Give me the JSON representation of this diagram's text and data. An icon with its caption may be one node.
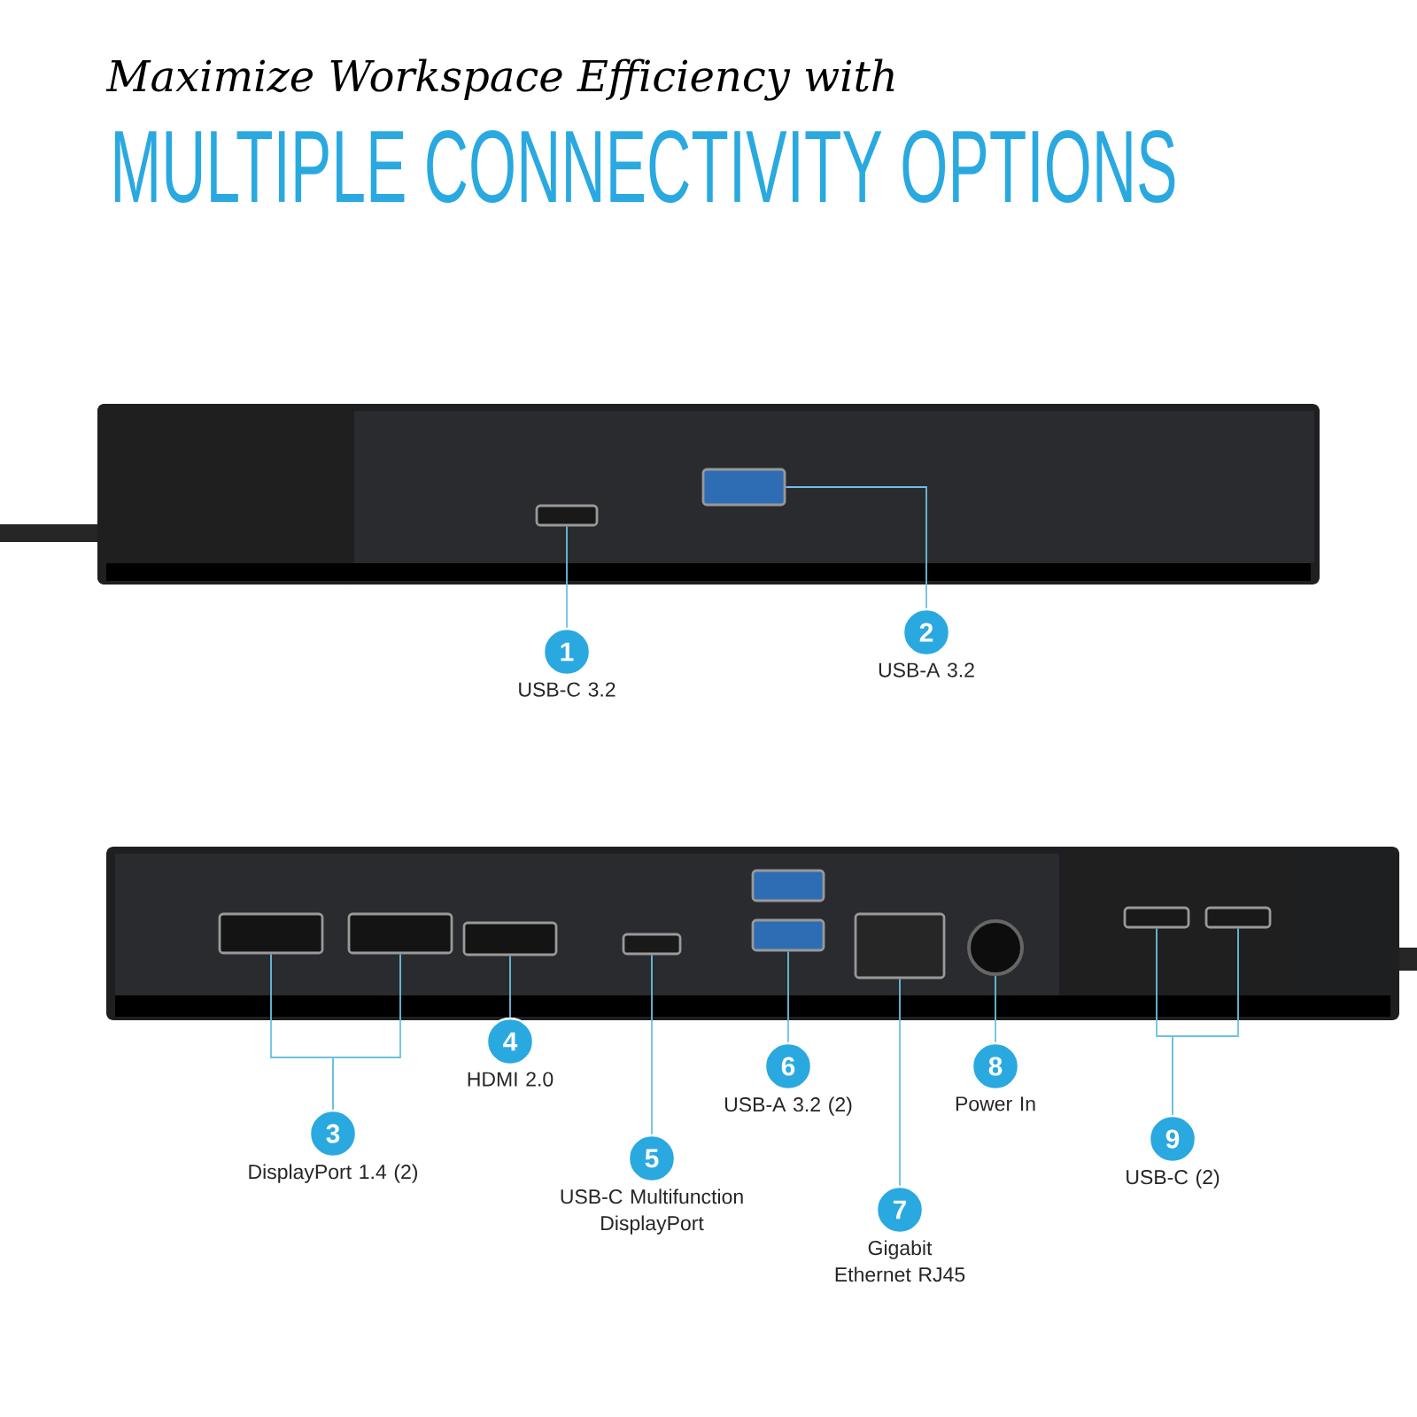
{
  "diagram": {
    "title": "MULTIPLE CONNECTIVITY OPTIONS",
    "labels": [
      "Maximize Workspace Efficiency with"
    ],
    "nodes": [
      {
        "text": [],
        "shape": "box"
      },
      {
        "text": [],
        "shape": "box"
      },
      {
        "text": [
          "1"
        ],
        "beside": [
          "USB-C 3.2"
        ]
      },
      {
        "text": [
          "2"
        ],
        "beside": [
          "USB-A 3.2"
        ]
      },
      {
        "text": [],
        "shape": "box"
      },
      {
        "text": [],
        "shape": "box"
      },
      {
        "text": [],
        "shape": "box"
      },
      {
        "text": [],
        "shape": "box"
      },
      {
        "text": [],
        "shape": "box"
      },
      {
        "text": [],
        "shape": "box"
      },
      {
        "text": [],
        "shape": "box"
      },
      {
        "text": [],
        "shape": "circle"
      },
      {
        "text": [],
        "shape": "box"
      },
      {
        "text": [],
        "shape": "box"
      },
      {
        "text": [
          "3"
        ],
        "beside": [
          "DisplayPort 1.4 (2)"
        ]
      },
      {
        "text": [
          "4"
        ],
        "beside": [
          "HDMI 2.0"
        ]
      },
      {
        "text": [
          "5"
        ],
        "beside": [
          "USB-C Multifunction DisplayPort"
        ]
      },
      {
        "text": [
          "6"
        ],
        "beside": [
          "USB-A 3.2 (2)"
        ]
      },
      {
        "text": [
          "7"
        ],
        "beside": [
          "Gigabit Ethernet RJ45"
        ]
      },
      {
        "text": [
          "8"
        ],
        "beside": [
          "Power In"
        ]
      },
      {
        "text": [
          "9"
        ],
        "beside": [
          "USB-C (2)"
        ]
      }
    ],
    "edges": [
      {
        "from": 2,
        "to": 0,
        "arrow": "none"
      },
      {
        "from": 3,
        "to": 1,
        "arrow": "none"
      },
      {
        "from": 14,
        "to": 4,
        "arrow": "none"
      },
      {
        "from": 14,
        "to": 5,
        "arrow": "none"
      },
      {
        "from": 15,
        "to": 6,
        "arrow": "none"
      },
      {
        "from": 16,
        "to": 7,
        "arrow": "none"
      },
      {
        "from": 17,
        "to": 9,
        "arrow": "none"
      },
      {
        "from": 18,
        "to": 10,
        "arrow": "none"
      },
      {
        "from": 19,
        "to": 11,
        "arrow": "none"
      },
      {
        "from": 20,
        "to": 12,
        "arrow": "none"
      },
      {
        "from": 20,
        "to": 13,
        "arrow": "none"
      }
    ]
  }
}
